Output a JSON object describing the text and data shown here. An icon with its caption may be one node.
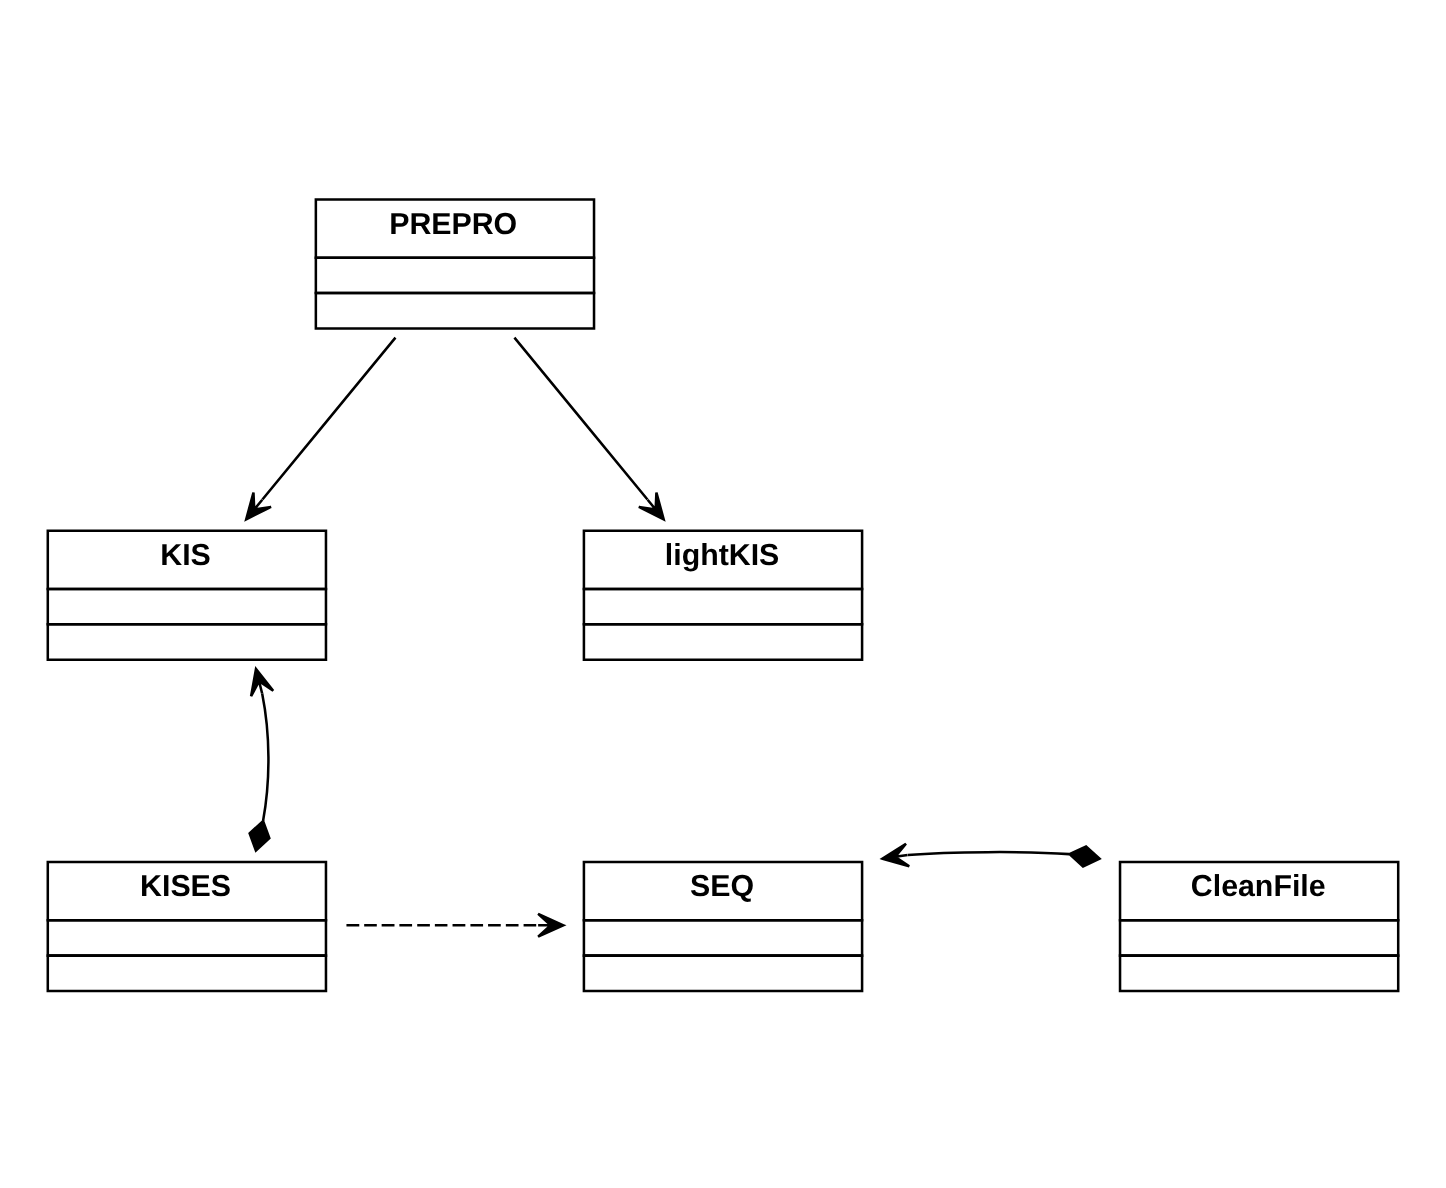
{
  "diagram": {
    "nodes": [
      {
        "text": [
          "PREPRO"
        ]
      },
      {
        "text": [
          "KIS"
        ]
      },
      {
        "text": [
          "lightKIS"
        ]
      },
      {
        "text": [
          "KISES"
        ]
      },
      {
        "text": [
          "SEQ"
        ]
      },
      {
        "text": [
          "CleanFile"
        ]
      }
    ],
    "edges": [
      {
        "from": 0,
        "to": 1,
        "arrow": "to"
      },
      {
        "from": 0,
        "to": 2,
        "arrow": "to"
      },
      {
        "from": 3,
        "to": 1,
        "arrow": "to"
      },
      {
        "from": 3,
        "to": 4,
        "arrow": "to",
        "style": "dashed"
      },
      {
        "from": 5,
        "to": 4,
        "arrow": "to"
      }
    ]
  }
}
